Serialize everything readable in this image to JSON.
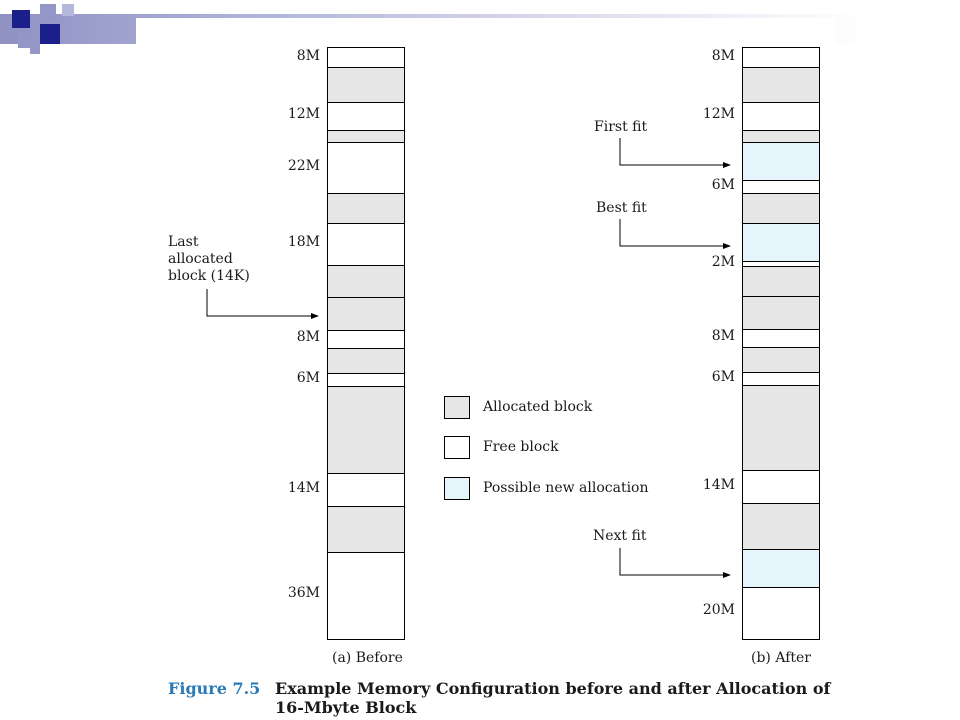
{
  "colors": {
    "allocated": "#e6e6e6",
    "free": "#ffffff",
    "new_allocation": "#e6f5fb",
    "figure_number": "#2a7ab8",
    "header_dark": "#1a1f8a",
    "header_light": "#9496c8"
  },
  "before": {
    "caption": "(a) Before",
    "blocks": [
      {
        "type": "free",
        "label": "8M"
      },
      {
        "type": "allocated",
        "label": ""
      },
      {
        "type": "free",
        "label": "12M"
      },
      {
        "type": "allocated",
        "label": ""
      },
      {
        "type": "free",
        "label": "22M"
      },
      {
        "type": "allocated",
        "label": ""
      },
      {
        "type": "free",
        "label": "18M"
      },
      {
        "type": "allocated",
        "label": ""
      },
      {
        "type": "allocated",
        "label": ""
      },
      {
        "type": "free",
        "label": "8M"
      },
      {
        "type": "allocated",
        "label": ""
      },
      {
        "type": "free",
        "label": "6M"
      },
      {
        "type": "allocated",
        "label": ""
      },
      {
        "type": "free",
        "label": "14M"
      },
      {
        "type": "allocated",
        "label": ""
      },
      {
        "type": "free",
        "label": "36M"
      }
    ],
    "annotation": "Last allocated block (14K)"
  },
  "after": {
    "caption": "(b) After",
    "blocks": [
      {
        "type": "free",
        "label": "8M"
      },
      {
        "type": "allocated",
        "label": ""
      },
      {
        "type": "free",
        "label": "12M"
      },
      {
        "type": "allocated",
        "label": ""
      },
      {
        "type": "new",
        "label": ""
      },
      {
        "type": "free",
        "label": "6M"
      },
      {
        "type": "allocated",
        "label": ""
      },
      {
        "type": "new",
        "label": ""
      },
      {
        "type": "free",
        "label": "2M"
      },
      {
        "type": "allocated",
        "label": ""
      },
      {
        "type": "allocated",
        "label": ""
      },
      {
        "type": "free",
        "label": "8M"
      },
      {
        "type": "allocated",
        "label": ""
      },
      {
        "type": "free",
        "label": "6M"
      },
      {
        "type": "allocated",
        "label": ""
      },
      {
        "type": "free",
        "label": "14M"
      },
      {
        "type": "allocated",
        "label": ""
      },
      {
        "type": "new",
        "label": ""
      },
      {
        "type": "free",
        "label": "20M"
      }
    ],
    "annotations": {
      "first_fit": "First fit",
      "best_fit": "Best fit",
      "next_fit": "Next fit"
    }
  },
  "legend": {
    "allocated": "Allocated block",
    "free": "Free block",
    "new": "Possible new allocation"
  },
  "figure": {
    "number": "Figure 7.5",
    "title": "Example Memory Configuration before and after Allocation of 16-Mbyte Block"
  }
}
